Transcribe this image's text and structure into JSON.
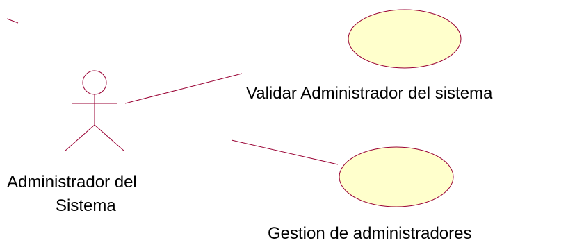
{
  "diagram": {
    "actor": {
      "name_line1": "Administrador del",
      "name_line2": "Sistema"
    },
    "use_cases": [
      {
        "label": "Validar Administrador del sistema"
      },
      {
        "label": "Gestion de administradores"
      }
    ]
  },
  "colors": {
    "stroke": "#990033",
    "use_case_fill": "#ffffcc",
    "text": "#000000"
  }
}
